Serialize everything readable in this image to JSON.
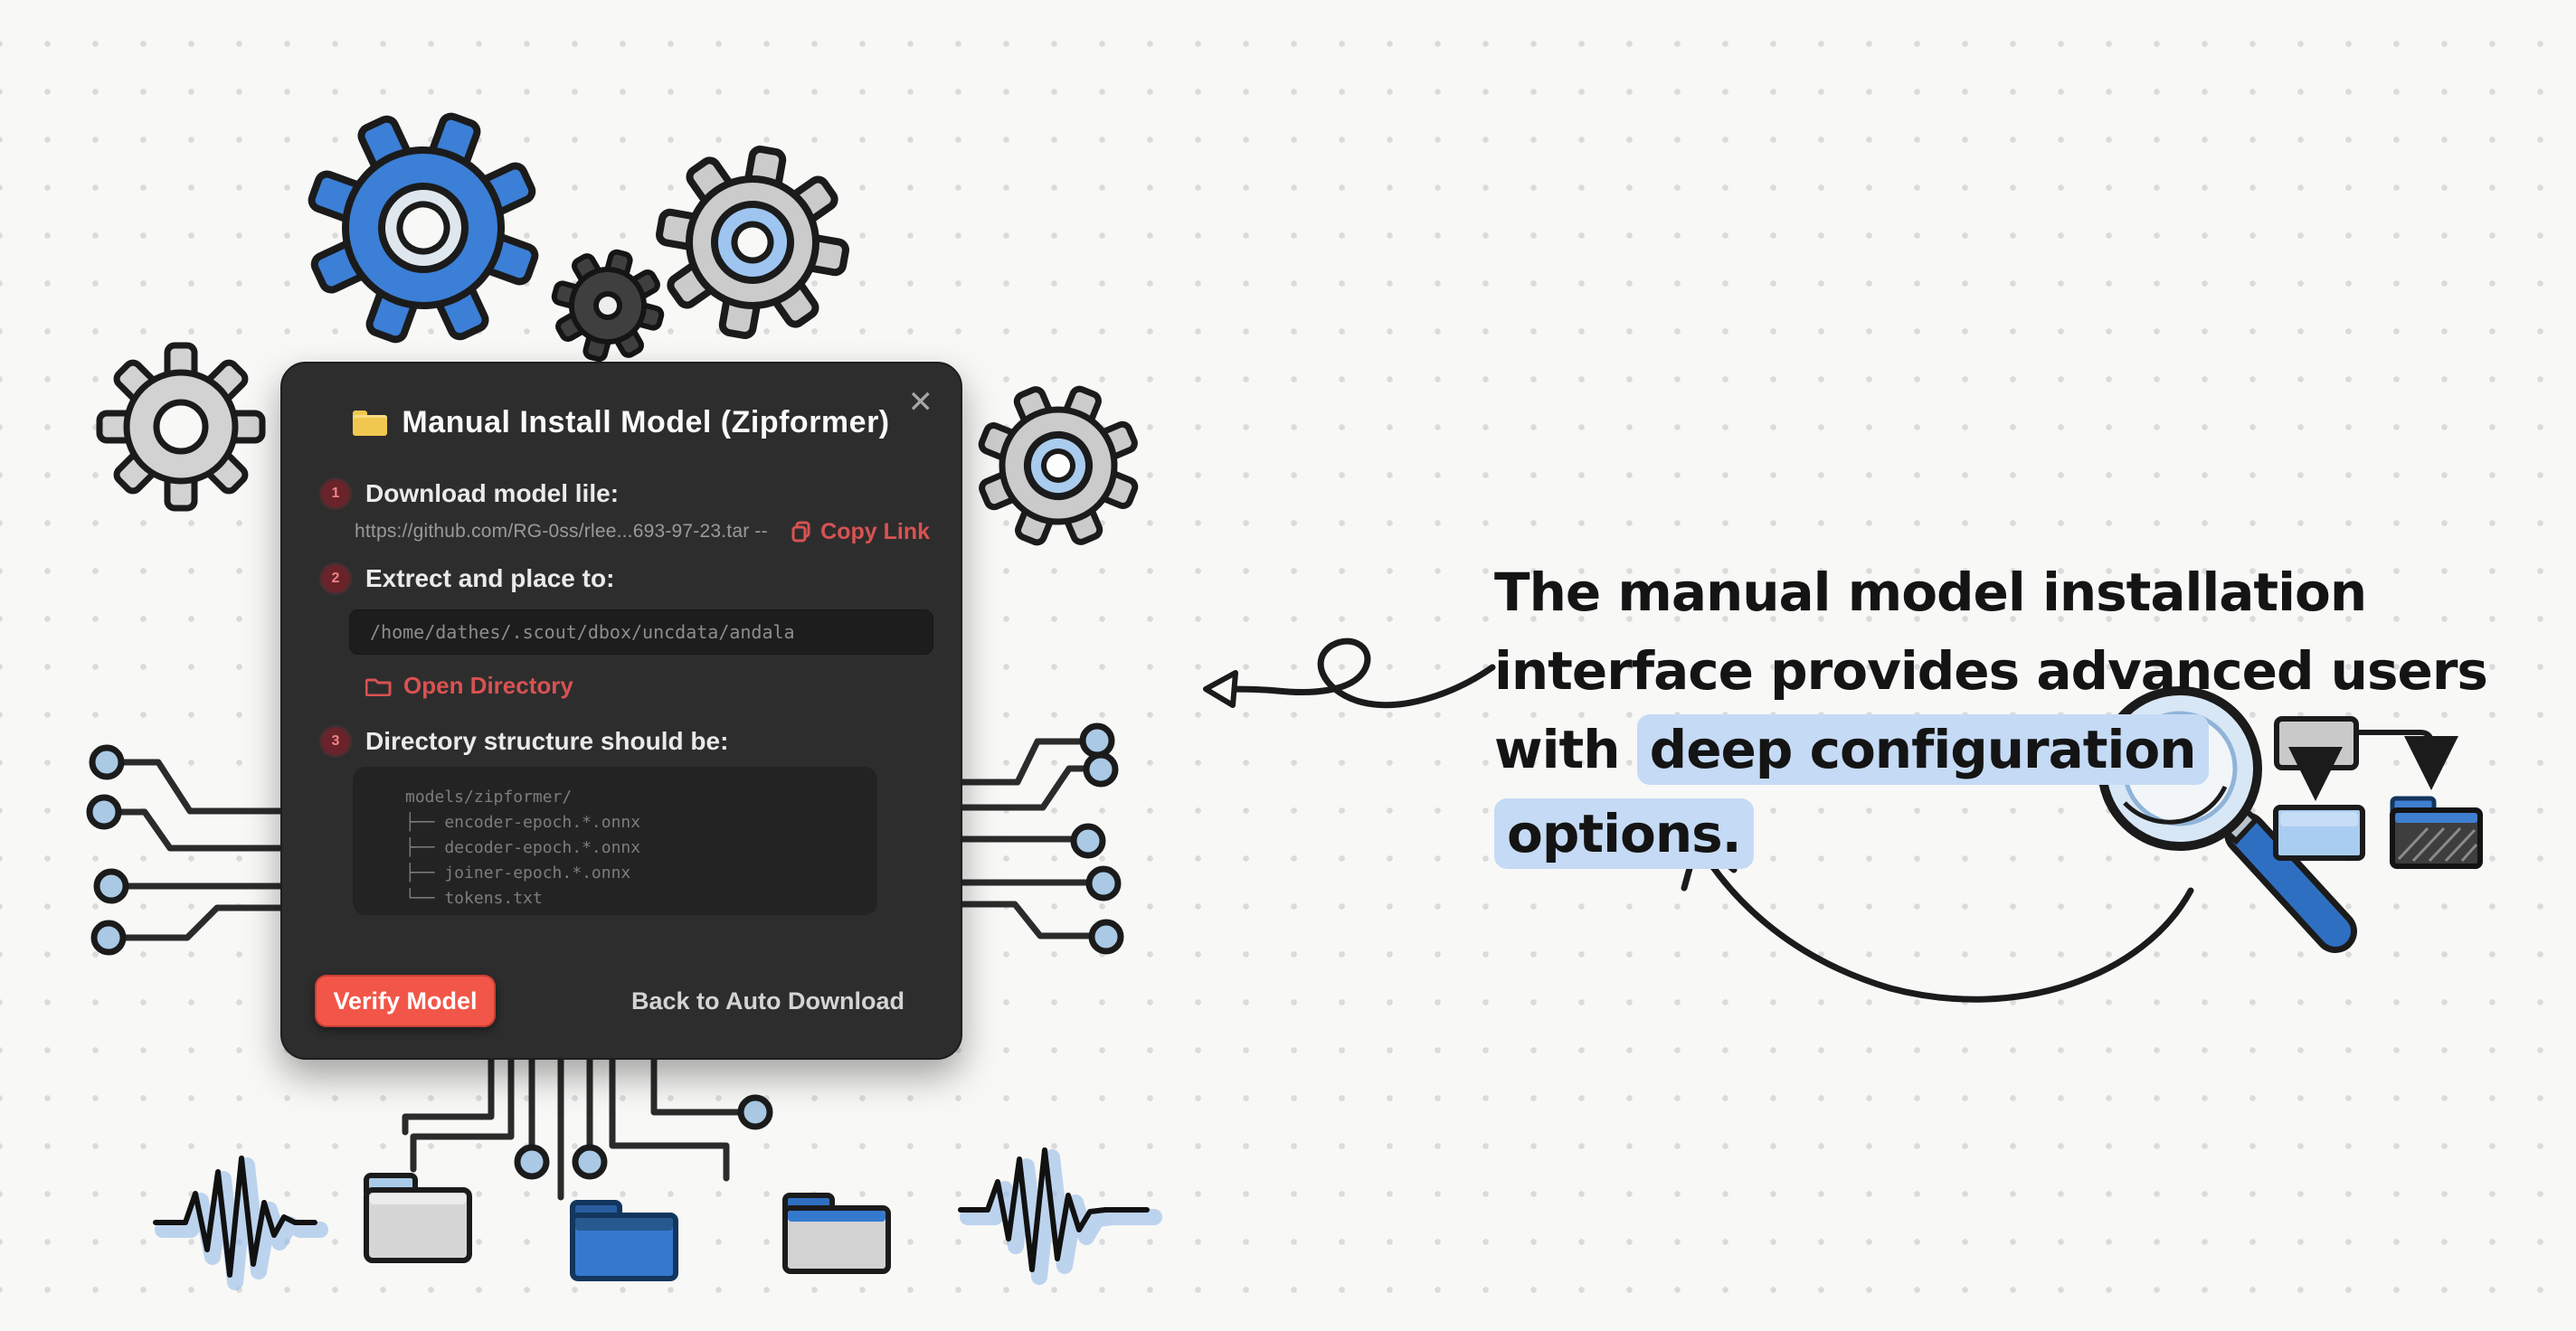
{
  "modal": {
    "title": "Manual Install Model (Zipformer)",
    "close_glyph": "✕",
    "step_numbers": [
      "1",
      "2",
      "3"
    ],
    "step1_label": "Download model lile:",
    "download_url": "https://github.com/RG-0ss/rlee...693-97-23.tar --",
    "copy_link_label": "Copy Link",
    "step2_label": "Extrect and place to:",
    "path_value": "/home/dathes/.scout/dbox/uncdata/andala",
    "open_directory_label": "Open Directory",
    "step3_label": "Directory structure should be:",
    "tree_lines": [
      "models/zipformer/",
      "├── encoder-epoch.*.onnx",
      "├── decoder-epoch.*.onnx",
      "├── joiner-epoch.*.onnx",
      "└── tokens.txt"
    ],
    "verify_label": "Verify Model",
    "back_label": "Back to Auto Download"
  },
  "annotation": {
    "line1": "The manual model installation",
    "line2": "interface provides advanced users",
    "line3_plain": "with ",
    "line3_highlight": "deep configuration",
    "line4_highlight": "options."
  },
  "colors": {
    "accent_red": "#d95252",
    "button_red": "#f25648",
    "highlight_blue": "#c5daf5",
    "gear_blue": "#3b7fd6",
    "terminal_blue": "#a9c9e4",
    "folder_yellow": "#f1c84f",
    "modal_bg": "#2d2d2d"
  }
}
